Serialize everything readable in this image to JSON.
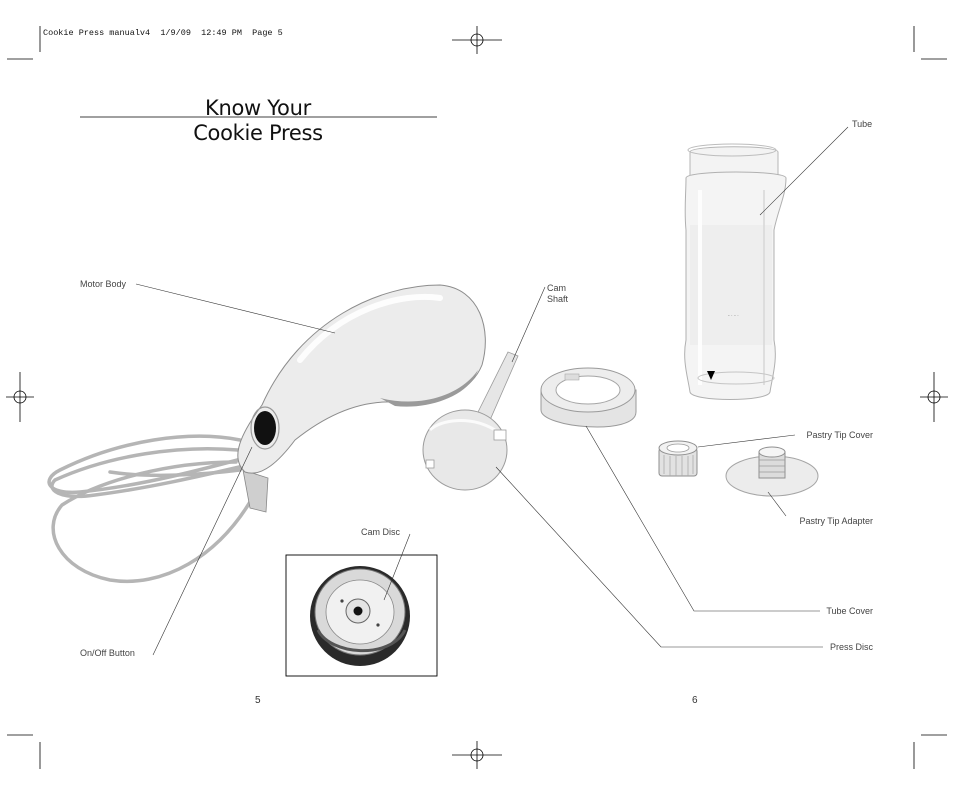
{
  "slug": "Cookie Press manualv4  1/9/09  12:49 PM  Page 5",
  "title": {
    "line1": "Know Your",
    "line2": "Cookie Press"
  },
  "labels": {
    "tube": "Tube",
    "motor_body": "Motor Body",
    "cam_shaft_1": "Cam",
    "cam_shaft_2": "Shaft",
    "pastry_tip_cover": "Pastry Tip Cover",
    "pastry_tip_adapter": "Pastry Tip Adapter",
    "cam_disc": "Cam Disc",
    "tube_cover": "Tube Cover",
    "press_disc": "Press Disc",
    "on_off_button": "On/Off Button"
  },
  "pages": {
    "left": "5",
    "right": "6"
  }
}
